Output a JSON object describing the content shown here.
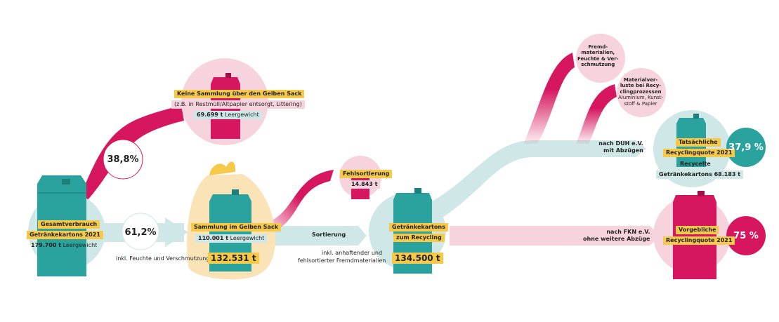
{
  "total": {
    "title_line1": "Gesamtverbrauch",
    "title_line2": "Getränkekartons 2021",
    "value": "179.700 t",
    "unit_note": "Leergewicht"
  },
  "no_collection": {
    "percent": "38,8%",
    "title": "Keine Sammlung über den Gelben Sack",
    "note": "(z.B. in Restmüll/Altpapier entsorgt, Littering)",
    "value": "69.699 t",
    "unit_note": "Leergewicht"
  },
  "yellow_sack": {
    "percent": "61,2%",
    "moisture_note": "inkl. Feuchte und Verschmutzung",
    "title": "Sammlung im Gelben Sack",
    "value_dry": "110.001 t",
    "unit_note": "Leergewicht",
    "value_wet": "132.531 t"
  },
  "sorting": {
    "label": "Sortierung",
    "missort_title": "Fehlsortierung",
    "missort_value": "14.843 t",
    "note_line1": "inkl. anhaftender und",
    "note_line2": "fehlsortierter Fremdmaterialien"
  },
  "recycling_input": {
    "title_line1": "Getränkekartons",
    "title_line2": "zum Recycling",
    "value": "134.500 t"
  },
  "losses": {
    "foreign_line1": "Fremd-",
    "foreign_line2": "materialien,",
    "foreign_line3": "Feuchte & Ver-",
    "foreign_line4": "schmutzung",
    "process_line1": "Materialver-",
    "process_line2": "luste bei Recy-",
    "process_line3": "clingprozessen",
    "process_line4": "Aluminium, Kunst-",
    "process_line5": "stoff & Papier"
  },
  "duh": {
    "path_line1": "nach DUH e.V.",
    "path_line2": "mit Abzügen",
    "title_line1": "Tatsächliche",
    "title_line2": "Recyclingquote 2021",
    "recycled_line1": "Recycelte",
    "recycled_line2": "Getränkekartons 68.183 t",
    "percent": "37,9 %"
  },
  "fkn": {
    "path_line1": "nach FKN e.V.",
    "path_line2": "ohne weitere Abzüge",
    "title_line1": "Vorgebliche",
    "title_line2": "Recyclingquote 2021",
    "percent": "75 %"
  },
  "colors": {
    "teal": "#2aa39e",
    "teal_light": "#cfe7e7",
    "pink": "#d6175f",
    "pink_light": "#f7d3de",
    "yellow": "#f7c948",
    "sack": "#fbe3b8"
  }
}
